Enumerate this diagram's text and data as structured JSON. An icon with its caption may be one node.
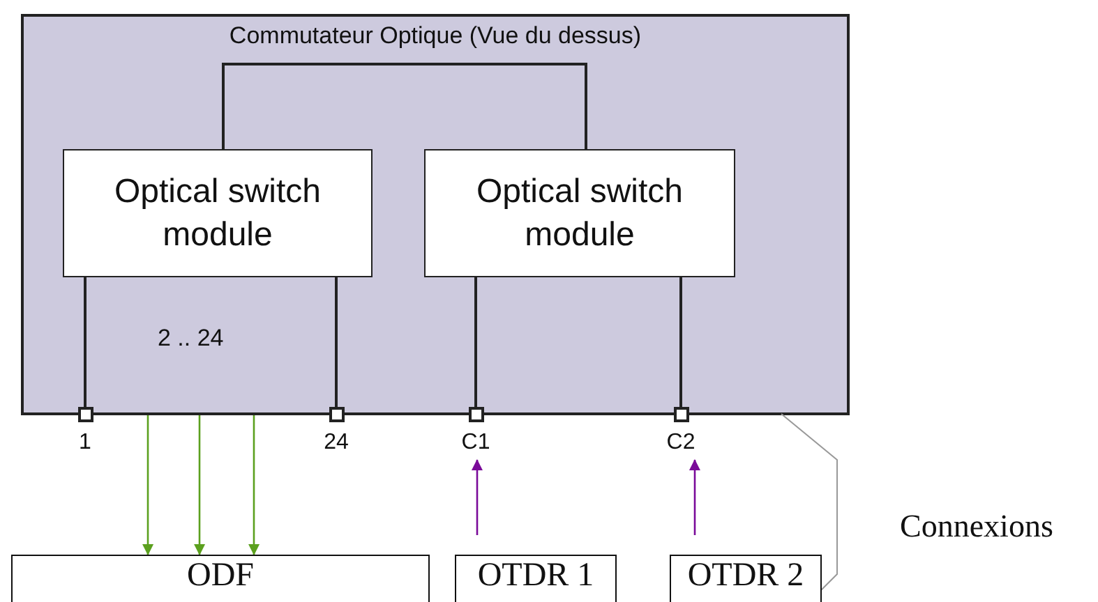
{
  "diagram": {
    "nodes": [
      {
        "text": [
          "Commutateur Optique (Vue du dessus)"
        ]
      },
      {
        "text": [
          "Optical switch module"
        ],
        "in": 0
      },
      {
        "text": [
          "Optical switch module"
        ],
        "in": 0
      },
      {
        "text": [],
        "shape": "box",
        "beside": [
          "1"
        ]
      },
      {
        "text": [],
        "shape": "box",
        "beside": [
          "24"
        ]
      },
      {
        "text": [],
        "shape": "box",
        "beside": [
          "C1"
        ]
      },
      {
        "text": [],
        "shape": "box",
        "beside": [
          "C2"
        ]
      },
      {
        "text": [
          "ODF"
        ]
      },
      {
        "text": [
          "OTDR 1"
        ]
      },
      {
        "text": [
          "OTDR 2"
        ]
      }
    ],
    "edges": [
      {
        "from": 1,
        "to": 2,
        "arrow": "none"
      },
      {
        "from": 1,
        "to": 3,
        "arrow": "none"
      },
      {
        "from": 1,
        "to": 4,
        "arrow": "none"
      },
      {
        "from": 2,
        "to": 5,
        "arrow": "none"
      },
      {
        "from": 2,
        "to": 6,
        "arrow": "none"
      },
      {
        "from": 0,
        "to": 7,
        "arrow": "to",
        "color": "#5ba01e"
      },
      {
        "from": 0,
        "to": 7,
        "arrow": "to",
        "color": "#5ba01e"
      },
      {
        "from": 0,
        "to": 7,
        "arrow": "to",
        "color": "#5ba01e"
      },
      {
        "from": 8,
        "to": 5,
        "arrow": "to",
        "color": "#7a0a99"
      },
      {
        "from": 9,
        "to": 6,
        "arrow": "to",
        "color": "#7a0a99"
      }
    ],
    "labels": [
      "2 .. 24",
      "Connexions"
    ]
  }
}
